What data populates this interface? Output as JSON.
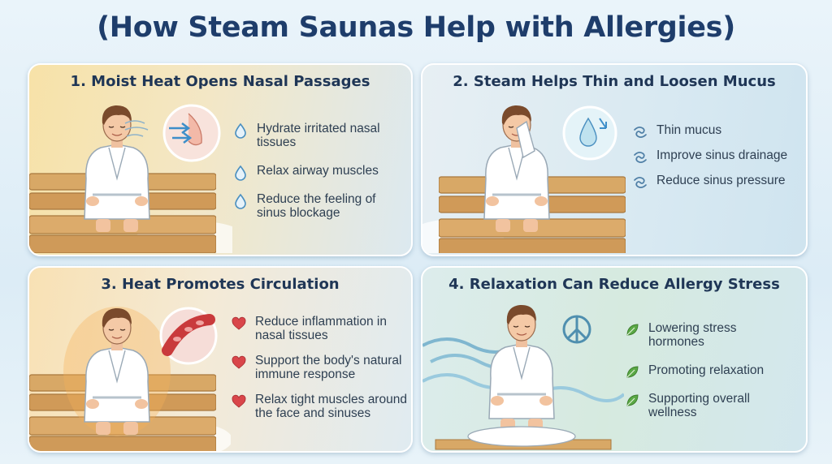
{
  "title": "(How Steam Saunas Help with Allergies)",
  "colors": {
    "title": "#1e3d6b",
    "panel_title": "#1f3656",
    "body_text": "#2e3f52",
    "drop": "#4a8fc0",
    "heart": "#d9464a",
    "leaf": "#4e9a3a",
    "swirl": "#4f7fa6"
  },
  "panels": [
    {
      "title": "1. Moist Heat Opens Nasal Passages",
      "icon": "water-drop-icon",
      "bullets": [
        "Hydrate irritated nasal tissues",
        "Relax airway muscles",
        "Reduce the feeling of sinus blockage"
      ]
    },
    {
      "title": "2. Steam Helps Thin and Loosen Mucus",
      "icon": "swirl-icon",
      "bullets": [
        "Thin mucus",
        "Improve sinus drainage",
        "Reduce sinus pressure"
      ]
    },
    {
      "title": "3. Heat Promotes Circulation",
      "icon": "heart-icon",
      "bullets": [
        "Reduce inflammation in nasal tissues",
        "Support the body's natural immune response",
        "Relax tight muscles around the face and sinuses"
      ]
    },
    {
      "title": "4. Relaxation Can Reduce Allergy Stress",
      "icon": "leaf-icon",
      "bullets": [
        "Lowering stress hormones",
        "Promoting relaxation",
        "Supporting overall wellness"
      ]
    }
  ]
}
